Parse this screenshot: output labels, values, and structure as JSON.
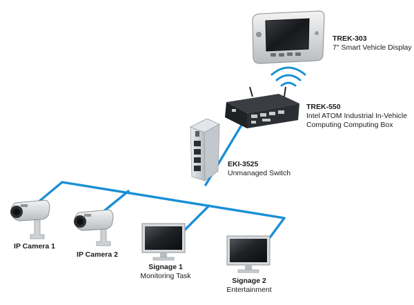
{
  "devices": {
    "trek303": {
      "name": "TREK-303",
      "desc": "7\" Smart Vehicle Display"
    },
    "trek550": {
      "name": "TREK-550",
      "desc1": "Intel ATOM Industrial In-Vehicle",
      "desc2": "Computing Computing Box"
    },
    "eki3525": {
      "name": "EKI-3525",
      "desc": "Unmanaged Switch"
    },
    "camera1": {
      "name": "IP Camera 1"
    },
    "camera2": {
      "name": "IP Camera 2"
    },
    "signage1": {
      "name": "Signage 1",
      "desc": "Monitoring Task"
    },
    "signage2": {
      "name": "Signage 2",
      "desc": "Entertainment"
    }
  },
  "colors": {
    "link": "#1a8fd6",
    "wifi": "#1a8fd6"
  }
}
